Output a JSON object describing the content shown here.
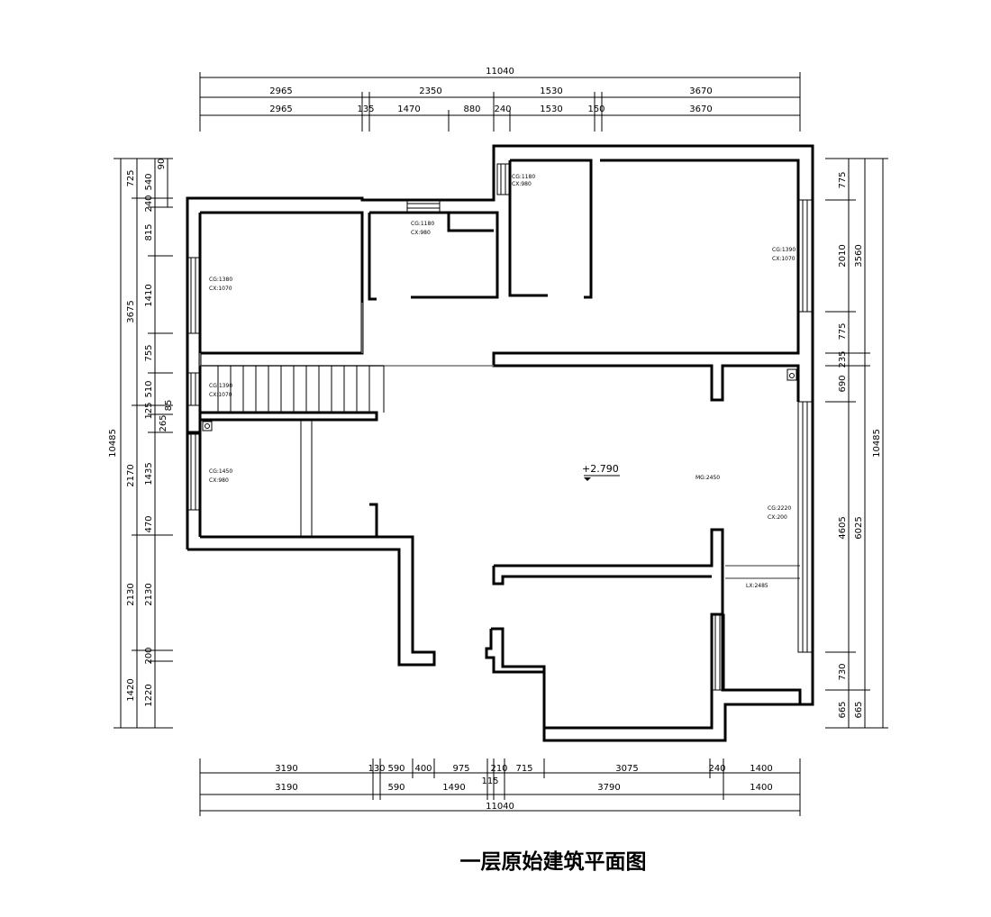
{
  "title": "一层原始建筑平面图",
  "elevation": "+2.790",
  "top_dims": {
    "total": "11040",
    "row1": [
      "2965",
      "2350",
      "1530",
      "3670"
    ],
    "row2": [
      "2965",
      "135",
      "1470",
      "880",
      "240",
      "1530",
      "150",
      "3670"
    ]
  },
  "bottom_dims": {
    "total": "11040",
    "row1": [
      "3190",
      "130",
      "590",
      "400",
      "975",
      "210",
      "715",
      "3075",
      "240",
      "1400"
    ],
    "extra": "115",
    "row2": [
      "3190",
      "590",
      "1490",
      "3790",
      "1400"
    ]
  },
  "left_dims": {
    "total": "10485",
    "outer": [
      "725",
      "3675",
      "2170",
      "2130",
      "1420"
    ],
    "inner": [
      "540",
      "90",
      "240",
      "815",
      "1410",
      "755",
      "510",
      "125",
      "85",
      "265",
      "1435",
      "470",
      "2130",
      "200",
      "1220"
    ]
  },
  "right_dims": {
    "total": "10485",
    "inner": [
      "775",
      "2010",
      "775",
      "235",
      "690",
      "4605",
      "730",
      "665"
    ],
    "mid": [
      "3560",
      "6025",
      "665"
    ]
  },
  "annotations": {
    "w1": "CG:1180",
    "w1b": "CX:980",
    "w2": "CG:1180",
    "w2b": "CX:980",
    "w3": "CG:1390",
    "w3b": "CX:1070",
    "w4": "CG:1380",
    "w4b": "CX:1070",
    "w5": "CG:1390",
    "w5b": "CX:1070",
    "w6": "CG:1450",
    "w6b": "CX:980",
    "w7": "CG:2220",
    "w7b": "CX:200",
    "mg": "MG:2450",
    "lx": "LX:2485"
  }
}
